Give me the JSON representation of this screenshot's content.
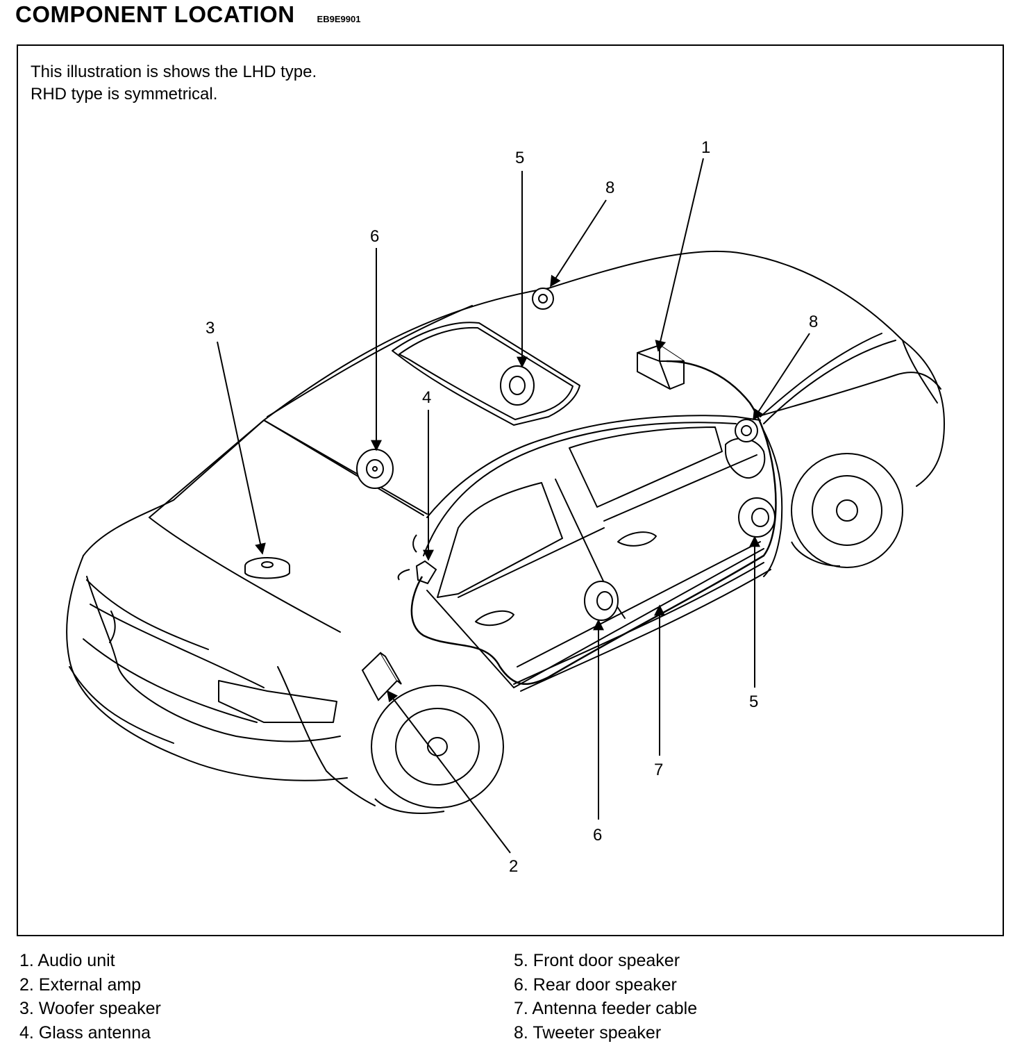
{
  "header": {
    "title": "COMPONENT  LOCATION",
    "code": "EB9E9901"
  },
  "note": {
    "line1": "This illustration is shows the LHD type.",
    "line2": "RHD type is symmetrical."
  },
  "callouts": {
    "c1": "1",
    "c2": "2",
    "c3": "3",
    "c4": "4",
    "c5_top": "5",
    "c5_right": "5",
    "c6_top": "6",
    "c6_bottom": "6",
    "c7": "7",
    "c8_top": "8",
    "c8_right": "8"
  },
  "legend": {
    "left": [
      "1. Audio unit",
      "2. External amp",
      "3. Woofer speaker",
      "4. Glass antenna"
    ],
    "right": [
      "5. Front door speaker",
      "6. Rear door speaker",
      "7. Antenna feeder cable",
      "8. Tweeter speaker"
    ]
  }
}
